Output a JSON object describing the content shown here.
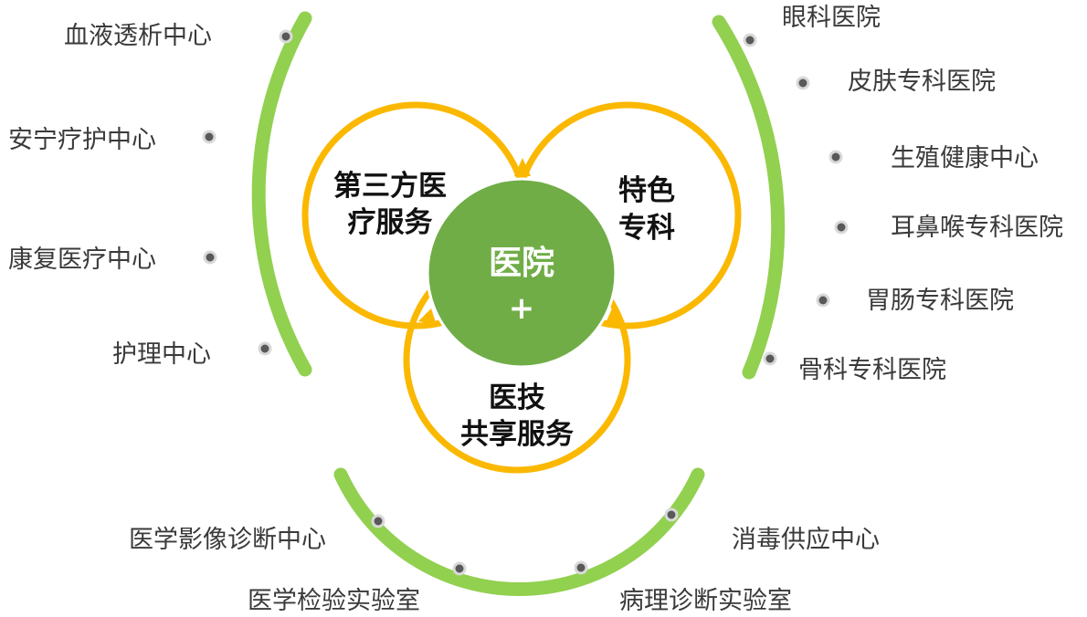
{
  "colors": {
    "arc_green": "#92d050",
    "ring_yellow": "#fbb800",
    "center_green": "#70ad47",
    "dot_fill": "#595959",
    "dot_stroke": "#d9d9d9",
    "label_text": "#3a3a3a"
  },
  "center": {
    "title": "医院",
    "symbol": "+"
  },
  "circles": {
    "left": {
      "lines": [
        "第三方医",
        "疗服务"
      ]
    },
    "right": {
      "lines": [
        "特色",
        "专科"
      ]
    },
    "bottom": {
      "lines": [
        "医技",
        "共享服务"
      ]
    }
  },
  "left_arc": {
    "items": [
      "血液透析中心",
      "安宁疗护中心",
      "康复医疗中心",
      "护理中心"
    ]
  },
  "right_arc": {
    "items": [
      "眼科医院",
      "皮肤专科医院",
      "生殖健康中心",
      "耳鼻喉专科医院",
      "胃肠专科医院",
      "骨科专科医院"
    ]
  },
  "bottom_arc": {
    "items": [
      "医学影像诊断中心",
      "医学检验实验室",
      "病理诊断实验室",
      "消毒供应中心"
    ]
  }
}
